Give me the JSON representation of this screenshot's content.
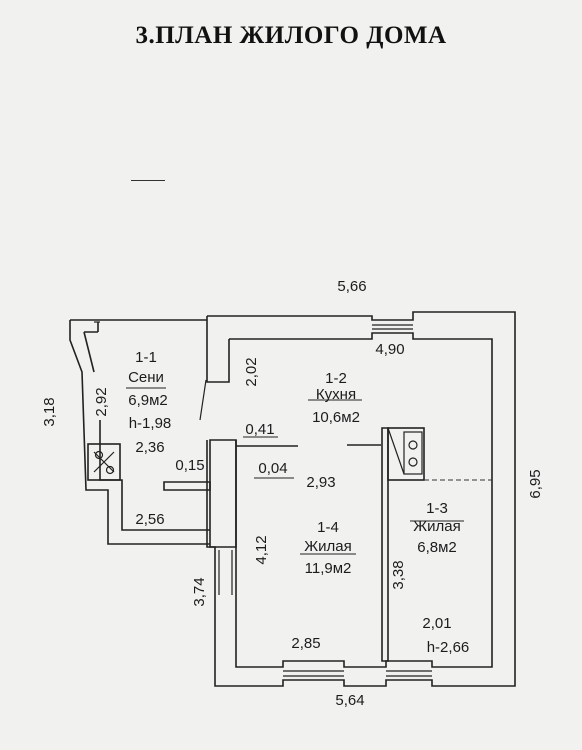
{
  "title": "3.ПЛАН ЖИЛОГО ДОМА",
  "rooms": [
    {
      "id": "1-1",
      "name": "Сени",
      "area": "6,9м2",
      "height": "h-1,98"
    },
    {
      "id": "1-2",
      "name": "Кухня",
      "area": "10,6м2"
    },
    {
      "id": "1-3",
      "name": "Жилая",
      "area": "6,8м2",
      "height": "h-2,66"
    },
    {
      "id": "1-4",
      "name": "Жилая",
      "area": "11,9м2"
    }
  ],
  "dimensions": {
    "top_overall": "5,66",
    "bottom_overall": "5,64",
    "right_overall": "6,95",
    "left_upper": "3,18",
    "left_lower": "3,74",
    "seni_wall": "2,92",
    "seni_width": "2,36",
    "seni_bottom": "2,56",
    "kitchen_width": "4,90",
    "kitchen_depth": "2,02",
    "partition_1": "0,41",
    "partition_2": "0,15",
    "partition_3": "0,04",
    "room14_width_top": "2,93",
    "room14_depth": "4,12",
    "room14_width_bottom": "2,85",
    "room13_depth": "3,38",
    "room13_width": "2,01"
  }
}
